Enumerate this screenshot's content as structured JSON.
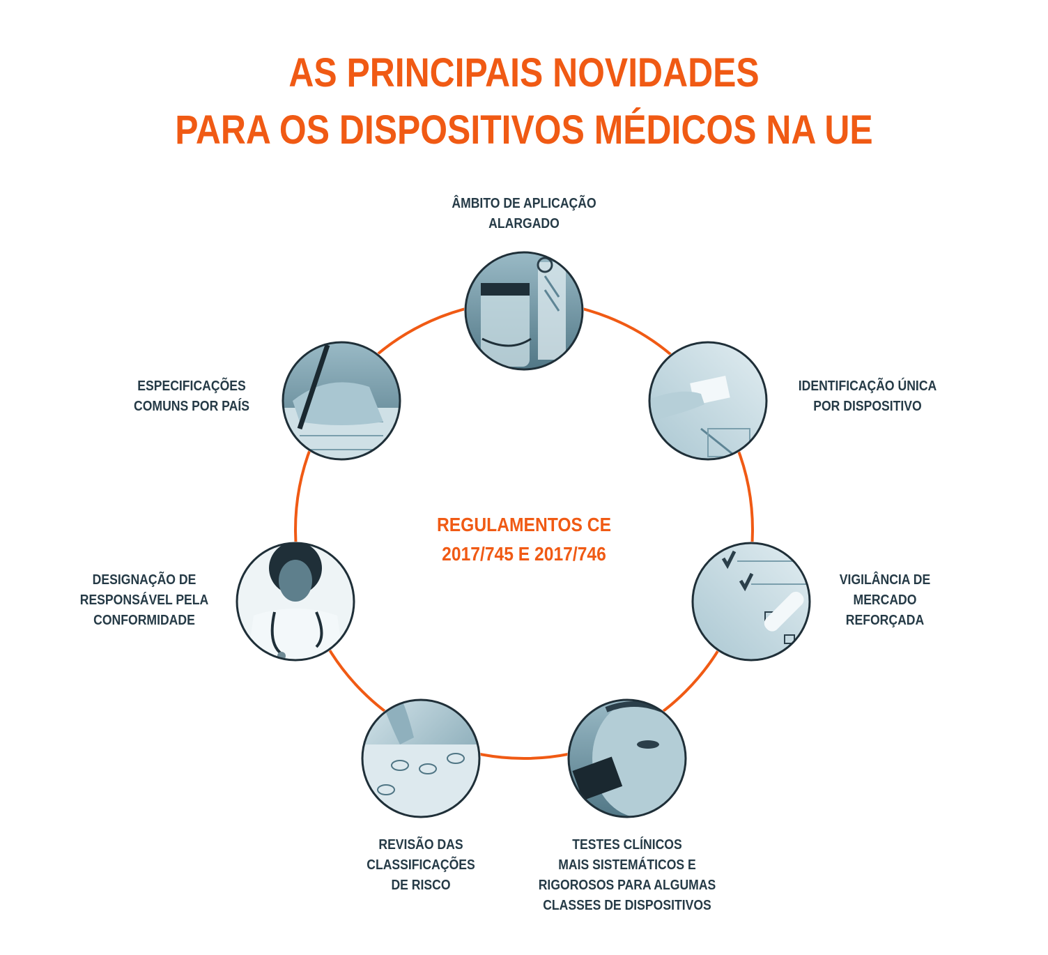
{
  "title": {
    "line1": "AS PRINCIPAIS NOVIDADES",
    "line2": "PARA OS DISPOSITIVOS MÉDICOS NA UE"
  },
  "center": {
    "text": "REGULAMENTOS CE\n2017/745 E 2017/746"
  },
  "nodes": [
    {
      "id": "ambito",
      "label": "ÂMBITO DE APLICAÇÃO\nALARGADO",
      "image": "medical-equipment-photo"
    },
    {
      "id": "identificacao",
      "label": "IDENTIFICAÇÃO ÚNICA\nPOR DISPOSITIVO",
      "image": "hand-holding-card-photo"
    },
    {
      "id": "vigilancia",
      "label": "VIGILÂNCIA DE\nMERCADO\nREFORÇADA",
      "image": "checklist-photo"
    },
    {
      "id": "testes",
      "label": "TESTES CLÍNICOS\nMAIS SISTEMÁTICOS E\nRIGOROSOS PARA ALGUMAS\nCLASSES DE DISPOSITIVOS",
      "image": "microscope-photo"
    },
    {
      "id": "revisao",
      "label": "REVISÃO DAS\nCLASSIFICAÇÕES\nDE RISCO",
      "image": "sample-tray-photo"
    },
    {
      "id": "designacao",
      "label": "DESIGNAÇÃO DE\nRESPONSÁVEL PELA\nCONFORMIDADE",
      "image": "doctor-portrait-photo"
    },
    {
      "id": "especificacoes",
      "label": "ESPECIFICAÇÕES\nCOMUNS POR PAÍS",
      "image": "gloved-hand-writing-photo"
    }
  ],
  "colors": {
    "accent": "#f05a14",
    "text": "#253a46",
    "photo_tint": "#8fb4c2",
    "photo_border": "#1f2f38"
  }
}
